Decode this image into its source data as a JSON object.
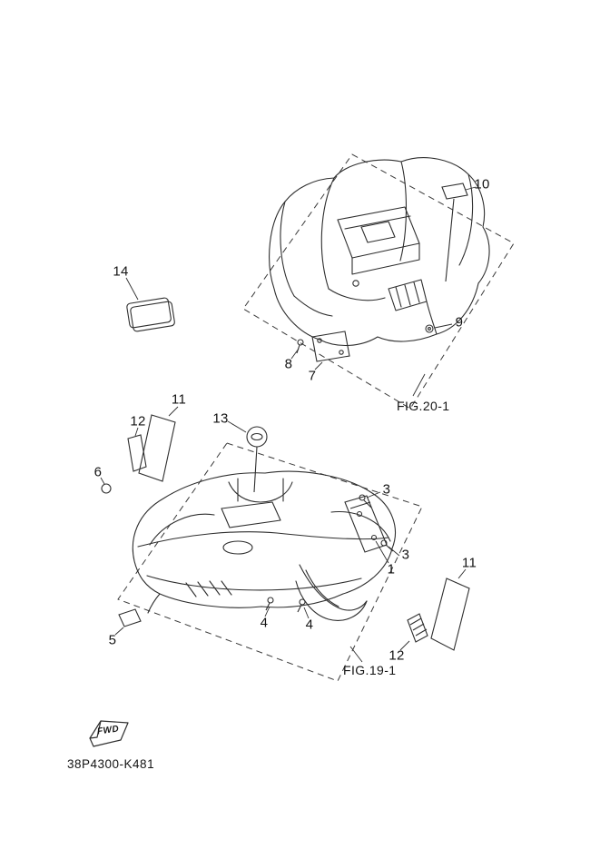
{
  "page": {
    "part_code": "38P4300-K481"
  },
  "figures": {
    "fig20": {
      "label": "FIG.20-1"
    },
    "fig19": {
      "label": "FIG.19-1"
    }
  },
  "fwd_marker": {
    "label": "FWD"
  },
  "callouts": {
    "c1": "1",
    "c3_upper": "3",
    "c3_lower": "3",
    "c4_left": "4",
    "c4_right": "4",
    "c5": "5",
    "c6": "6",
    "c7": "7",
    "c8": "8",
    "c9": "9",
    "c10": "10",
    "c11_left": "11",
    "c11_right": "11",
    "c12_left": "12",
    "c12_right": "12",
    "c13": "13",
    "c14": "14"
  }
}
